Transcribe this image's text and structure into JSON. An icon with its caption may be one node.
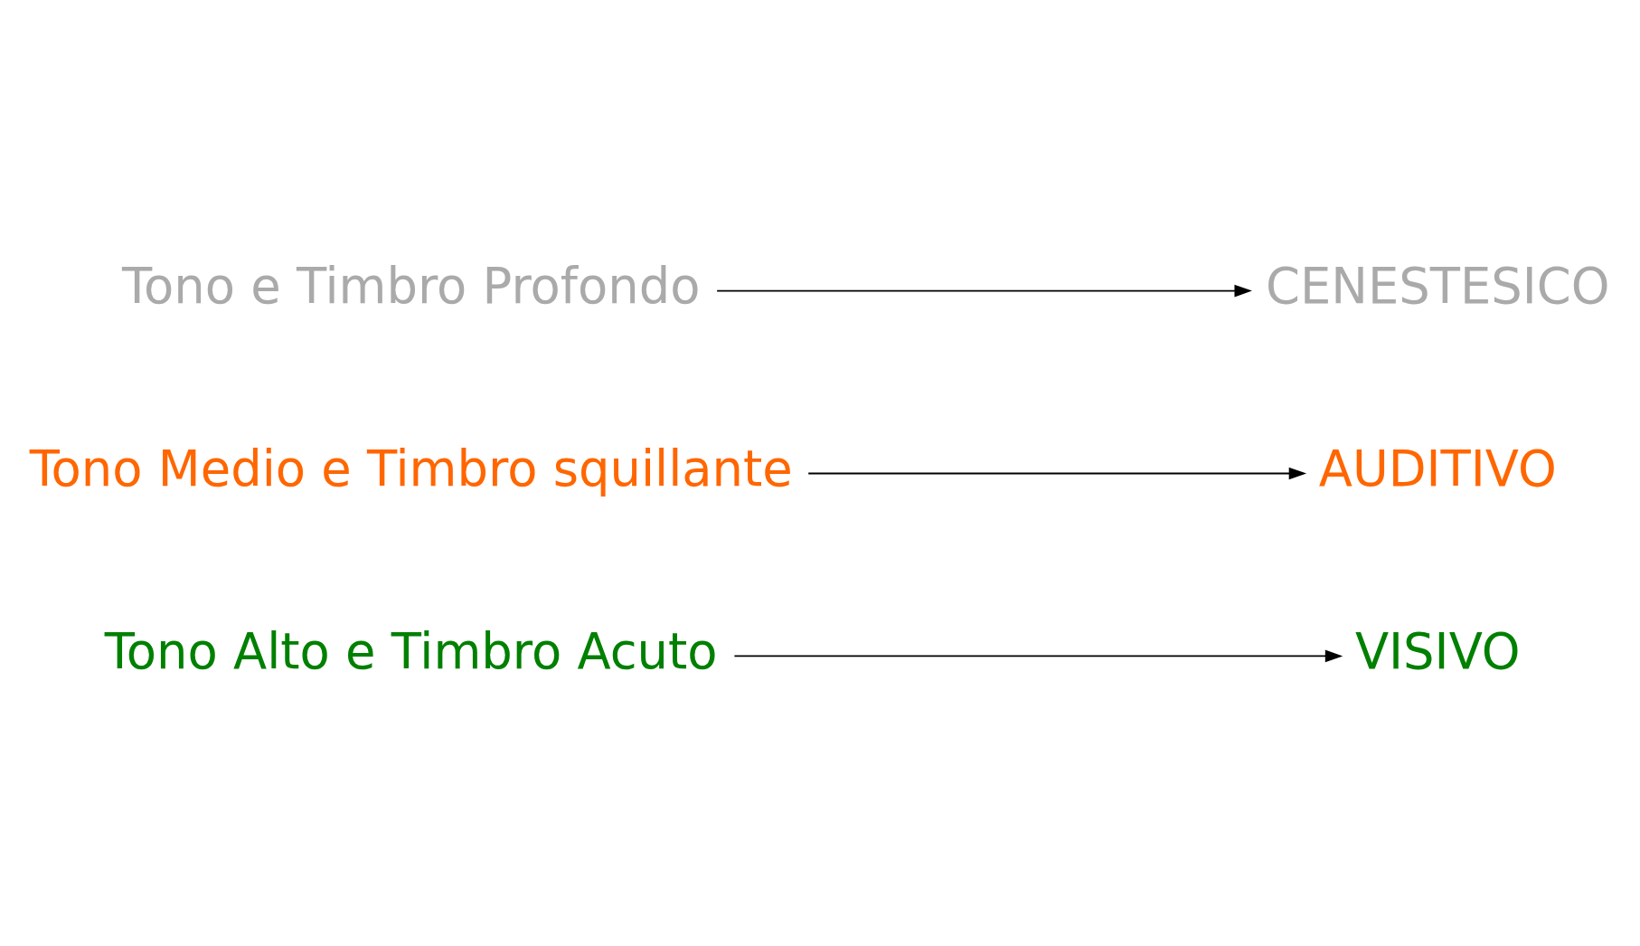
{
  "diagram": {
    "nodes": [
      {
        "text": [
          "Tono Alto e Timbro Acuto"
        ]
      },
      {
        "text": [
          "VISIVO"
        ]
      },
      {
        "text": [
          "Tono Medio e Timbro squillante"
        ]
      },
      {
        "text": [
          "AUDITIVO"
        ]
      },
      {
        "text": [
          "Tono e Timbro Profondo"
        ]
      },
      {
        "text": [
          "CENESTESICO"
        ]
      }
    ],
    "edges": [
      {
        "from": 0,
        "to": 1,
        "arrow": "to"
      },
      {
        "from": 2,
        "to": 3,
        "arrow": "to"
      },
      {
        "from": 4,
        "to": 5,
        "arrow": "to"
      }
    ]
  }
}
